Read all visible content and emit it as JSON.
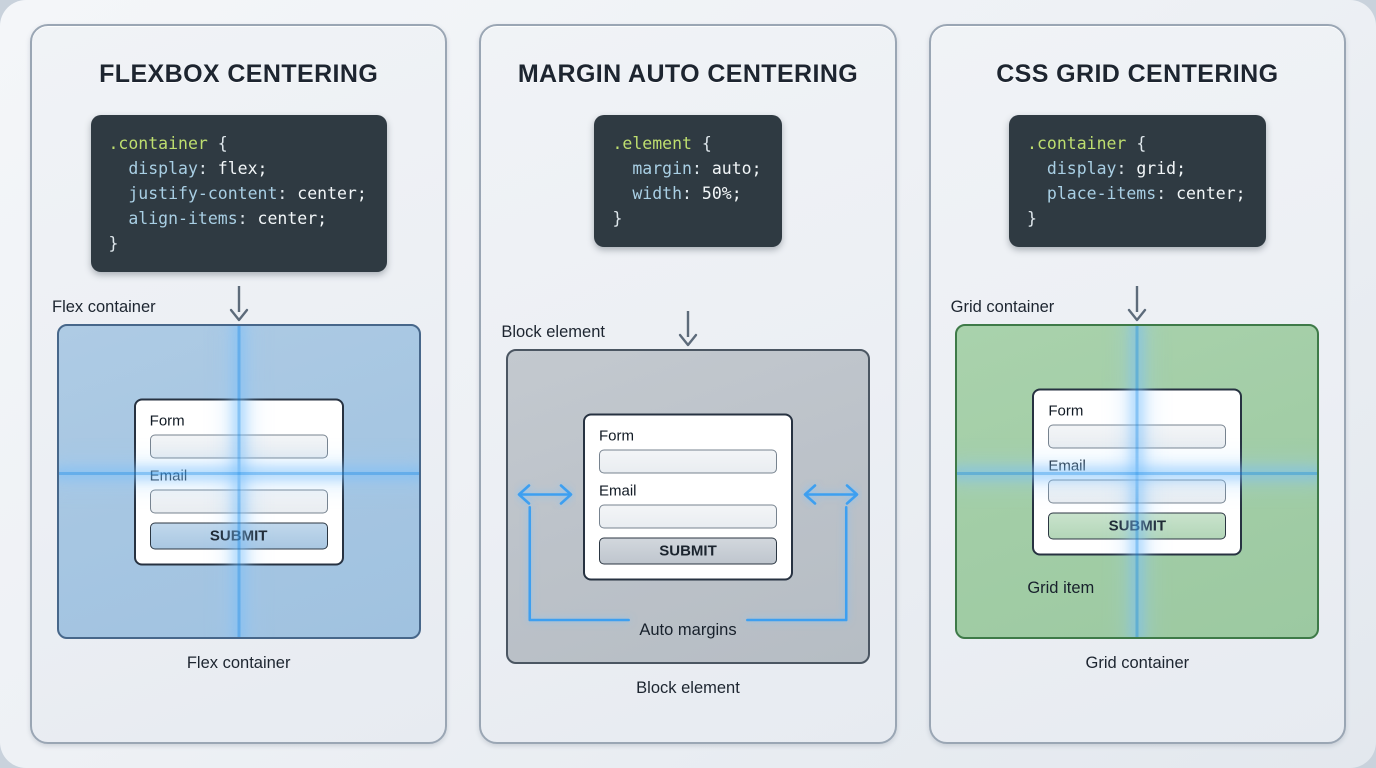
{
  "colors": {
    "canvas": "#eef1f5",
    "panel_bg": "#eceff4",
    "panel_border": "#9aa6b4",
    "code_bg": "#2f3a42",
    "code_selector": "#bede6f",
    "code_property": "#a9cfe4",
    "code_value": "#f2f6f8",
    "flex_box": "#a6c6e2",
    "block_box": "#bcc2c9",
    "grid_box": "#a2cda6",
    "crosshair": "#3d9ff0",
    "arrow_gray": "#5d6b7a"
  },
  "panels": [
    {
      "id": "flexbox",
      "title": "FLEXBOX CENTERING",
      "code": {
        "selector": ".container",
        "open_brace": "{",
        "close_brace": "}",
        "declarations": [
          {
            "property": "display",
            "value": "flex;"
          },
          {
            "property": "justify-content",
            "value": "center;"
          },
          {
            "property": "align-items",
            "value": "center;"
          }
        ]
      },
      "arrow_icon": "arrow-down-icon",
      "stage_label": "Flex container",
      "caption": "Flex container",
      "box_kind": "flex",
      "form": {
        "title_label": "Form",
        "email_label": "Email",
        "submit_label": "SUBMIT"
      },
      "annotations": []
    },
    {
      "id": "margin-auto",
      "title": "MARGIN AUTO CENTERING",
      "code": {
        "selector": ".element",
        "open_brace": "{",
        "close_brace": "}",
        "declarations": [
          {
            "property": "margin",
            "value": "auto;"
          },
          {
            "property": "width",
            "value": "50%;"
          }
        ]
      },
      "arrow_icon": "arrow-down-icon",
      "stage_label": "Block element",
      "caption": "Block element",
      "box_kind": "block",
      "form": {
        "title_label": "Form",
        "email_label": "Email",
        "submit_label": "SUBMIT"
      },
      "annotations": [
        {
          "name": "auto-margins-label",
          "text": "Auto margins"
        }
      ]
    },
    {
      "id": "css-grid",
      "title": "CSS GRID CENTERING",
      "code": {
        "selector": ".container",
        "open_brace": "{",
        "close_brace": "}",
        "declarations": [
          {
            "property": "display",
            "value": "grid;"
          },
          {
            "property": "place-items",
            "value": "center;"
          }
        ]
      },
      "arrow_icon": "arrow-down-icon",
      "stage_label": "Grid container",
      "caption": "Grid container",
      "box_kind": "grid",
      "form": {
        "title_label": "Form",
        "email_label": "Email",
        "submit_label": "SUBMIT"
      },
      "annotations": [
        {
          "name": "grid-item-label",
          "text": "Grid item"
        }
      ]
    }
  ]
}
